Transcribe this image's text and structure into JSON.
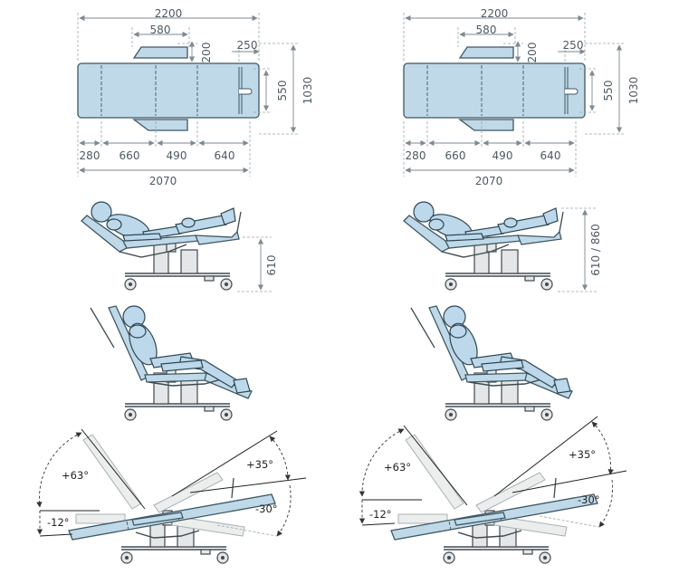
{
  "top_view": {
    "total_length": "2200",
    "armrest_length": "580",
    "armrest_depth": "200",
    "head_end": "250",
    "head_width": "550",
    "total_width": "1030",
    "sections": [
      "280",
      "660",
      "490",
      "640"
    ],
    "mattress_length": "2070"
  },
  "positions": {
    "height_left": "610",
    "height_right": "610 / 860"
  },
  "angles": {
    "back_up": "+63°",
    "back_down": "-12°",
    "leg_up": "+35°",
    "leg_down": "-30°"
  },
  "colors": {
    "upholstery": "#bfd9e8",
    "outline": "#3f5864",
    "dimension": "#7d8a90"
  }
}
